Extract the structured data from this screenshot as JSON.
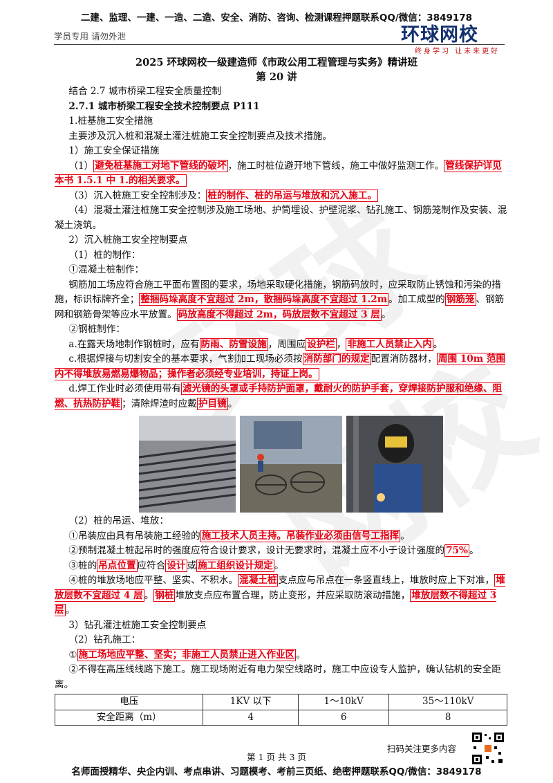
{
  "header": {
    "top_banner": "二建、监理、一建、一造、二造、安全、消防、咨询、检测课程押题联系QQ/微信：3849178",
    "left_note": "学员专用 请勿外泄",
    "logo_text": "环球网校",
    "logo_slogan": "终身学习 让未来更好",
    "watermark_text": "环球网校"
  },
  "title": {
    "main": "2025 环球网校一级建造师《市政公用工程管理与实务》精讲班",
    "lecture": "第 20 讲"
  },
  "content": {
    "p1": "结合 2.7 城市桥梁工程安全质量控制",
    "p2": "2.7.1 城市桥梁工程安全技术控制要点 P111",
    "p3": "1.桩基施工安全措施",
    "p4": "主要涉及沉入桩和混凝土灌注桩施工安全控制要点及技术措施。",
    "p5": "1）施工安全保证措施",
    "p6_a": "（1）",
    "p6_hl1": "避免桩基施工对地下管线的破坏",
    "p6_b": "，施工时桩位避开地下管线，施工中做好监测工作。",
    "p6_hl2": "管线保护详见本书 1.5.1 中 1.的相关要求。",
    "p7_a": "（3）沉入桩施工安全控制涉及：",
    "p7_hl": "桩的制作、桩的吊运与堆放和沉入施工。",
    "p8": "（4）混凝土灌注桩施工安全控制涉及施工场地、护筒埋设、护壁泥浆、钻孔施工、钢筋笼制作及安装、混凝土浇筑。",
    "p9": "2）沉入桩施工安全控制要点",
    "p10": "（1）桩的制作：",
    "p11": "①混凝土桩制作：",
    "p12_a": "钢筋加工场应符合施工平面布置图的要求，场地采取硬化措施，钢筋码放时，应采取防止锈蚀和污染的措施，标识标牌齐全；",
    "p12_hl1": "整捆码垛高度不宜超过 2m，散捆码垛高度不宜超过 1.2m",
    "p12_b": "。加工成型的",
    "p12_hl2": "钢筋笼",
    "p12_c": "、钢筋网和钢筋骨架等应水平放置。",
    "p12_hl3": "码放高度不得超过 2m，码放层数不宜超过 3 层",
    "p12_d": "。",
    "p13": "②钢桩制作：",
    "p14_a": "a.在露天场地制作钢桩时，应有",
    "p14_hl1": "防雨、防雪设施",
    "p14_b": "，周围应",
    "p14_hl2": "设护栏",
    "p14_c": "，",
    "p14_hl3": "非施工人员禁止入内",
    "p14_d": "。",
    "p15_a": "c.根据焊接与切割安全的基本要求，气割加工现场必须按",
    "p15_hl1": "消防部门的规定",
    "p15_b": "配置消防器材，",
    "p15_hl2": "周围 10m 范围内不得堆放易燃易爆物品；操作者必须经专业培训，持证上岗。",
    "p16_a": "d.焊工作业时必须使用带有",
    "p16_hl1": "滤光镜的头罩或手持防护面罩，戴耐火的防护手套，穿焊接防护服和绝缘、阻燃、抗热防护鞋",
    "p16_b": "；清除焊渣时应戴",
    "p16_hl2": "护目镜",
    "p16_c": "。",
    "p17": "（2）桩的吊运、堆放：",
    "p18_a": "①吊装应由具有吊装施工经验的",
    "p18_hl": "施工技术人员主持。吊装作业必须由信号工指挥",
    "p18_b": "。",
    "p19_a": "②预制混凝土桩起吊时的强度应符合设计要求，设计无要求时，混凝土应不小于设计强度的",
    "p19_hl": "75%",
    "p19_b": "。",
    "p20_a": "③桩的",
    "p20_hl1": "吊点位置",
    "p20_b": "应符合",
    "p20_hl2": "设计",
    "p20_c": "或",
    "p20_hl3": "施工组织设计规定",
    "p20_d": "。",
    "p21_a": "④桩的堆放场地应平整、坚实、不积水。",
    "p21_hl1": "混凝土桩",
    "p21_b": "支点应与吊点在一条竖直线上，堆放时应上下对准，",
    "p21_hl2": "堆放层数不宜超过 4 层",
    "p21_c": "。",
    "p21_hl3": "钢桩",
    "p21_d": "堆放支点应布置合理，防止变形，并应采取防滚动措施，",
    "p21_hl4": "堆放层数不得超过 3 层",
    "p21_e": "。",
    "p22": "3）钻孔灌注桩施工安全控制要点",
    "p23": "（2）钻孔施工：",
    "p24_a": "①",
    "p24_hl": "施工场地应平整、坚实；非施工人员禁止进入作业区",
    "p24_b": "。",
    "p25": "②不得在高压线线路下施工。施工现场附近有电力架空线路时，施工中应设专人监护，确认钻机的安全距离。"
  },
  "table": {
    "headers": [
      "电压",
      "1KV 以下",
      "1～10kV",
      "35～110kV"
    ],
    "row": [
      "安全距离（m）",
      "4",
      "6",
      "8"
    ]
  },
  "footer": {
    "qr_note": "扫码关注更多内容",
    "page": "第 1 页 共 3 页",
    "bottom_banner": "名师面授精华、央企内训、考点串讲、习题模考、考前三页纸、绝密押题联系QQ/微信：3849178"
  }
}
